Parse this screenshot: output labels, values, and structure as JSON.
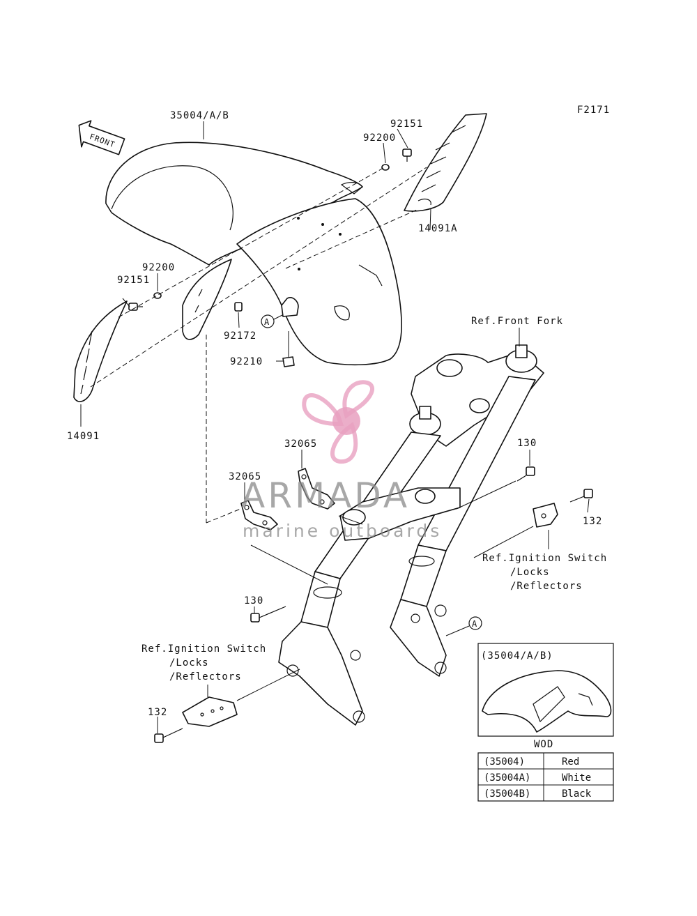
{
  "figure_code": "F2171",
  "front_arrow_text": "FRONT",
  "callouts": {
    "fender_main": "35004/A/B",
    "bolt_top": "92151",
    "washer_top": "92200",
    "cover_right": "14091A",
    "washer_left": "92200",
    "bolt_left": "92151",
    "collar": "92172",
    "clamp": "92210",
    "cover_left": "14091",
    "bracket_upper": "32065",
    "bracket_lower": "32065",
    "bolt_130_upper": "130",
    "bolt_132_right": "132",
    "bolt_130_lower": "130",
    "bolt_132_left": "132",
    "ref_front_fork": "Ref.Front Fork",
    "ref_ignition_right": [
      "Ref.Ignition Switch",
      "/Locks",
      "/Reflectors"
    ],
    "ref_ignition_left": [
      "Ref.Ignition Switch",
      "/Locks",
      "/Reflectors"
    ],
    "marker_a": "A"
  },
  "inset": {
    "title": "(35004/A/B)",
    "caption": "WOD"
  },
  "color_table": [
    {
      "part": "(35004)",
      "color": "Red"
    },
    {
      "part": "(35004A)",
      "color": "White"
    },
    {
      "part": "(35004B)",
      "color": "Black"
    }
  ],
  "watermark": {
    "brand": "ARMADA",
    "tagline": "marine outboards",
    "logo_color": "#e8a0c0"
  }
}
